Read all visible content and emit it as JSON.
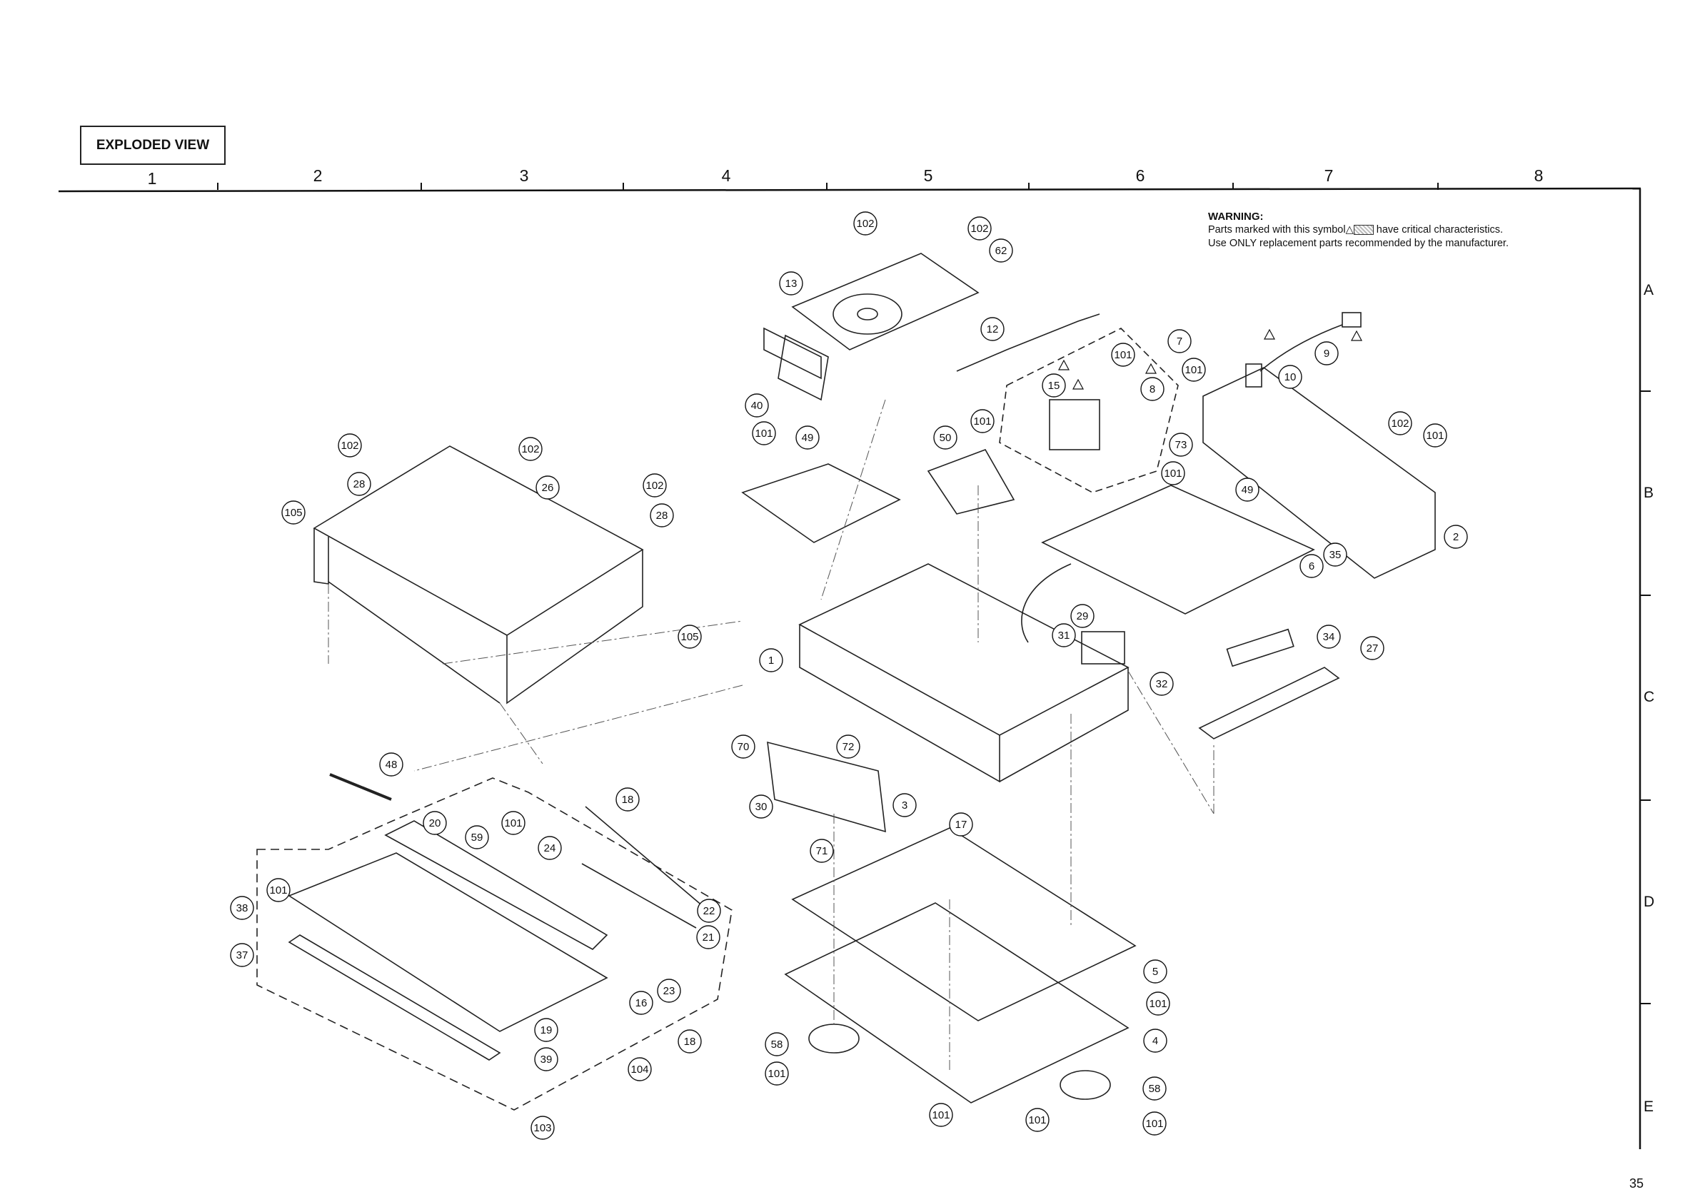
{
  "title": "EXPLODED VIEW",
  "warning": {
    "heading": "WARNING:",
    "line1_pre": "Parts marked with this symbol",
    "line1_post": "have critical characteristics.",
    "line2": "Use ONLY replacement parts recommended by the manufacturer."
  },
  "columns": [
    "1",
    "2",
    "3",
    "4",
    "5",
    "6",
    "7",
    "8"
  ],
  "rows": [
    "A",
    "B",
    "C",
    "D",
    "E"
  ],
  "page_number": "35",
  "callouts": [
    "102",
    "102",
    "62",
    "13",
    "12",
    "40",
    "7",
    "101",
    "15",
    "8",
    "101",
    "9",
    "10",
    "101",
    "49",
    "50",
    "101",
    "73",
    "101",
    "49",
    "102",
    "101",
    "2",
    "102",
    "102",
    "28",
    "26",
    "105",
    "102",
    "28",
    "35",
    "6",
    "29",
    "31",
    "32",
    "105",
    "1",
    "34",
    "27",
    "48",
    "18",
    "70",
    "72",
    "30",
    "3",
    "71",
    "17",
    "20",
    "59",
    "101",
    "24",
    "101",
    "38",
    "22",
    "21",
    "37",
    "23",
    "16",
    "19",
    "18",
    "39",
    "104",
    "103",
    "5",
    "101",
    "58",
    "4",
    "101",
    "58",
    "101",
    "101",
    "101"
  ]
}
